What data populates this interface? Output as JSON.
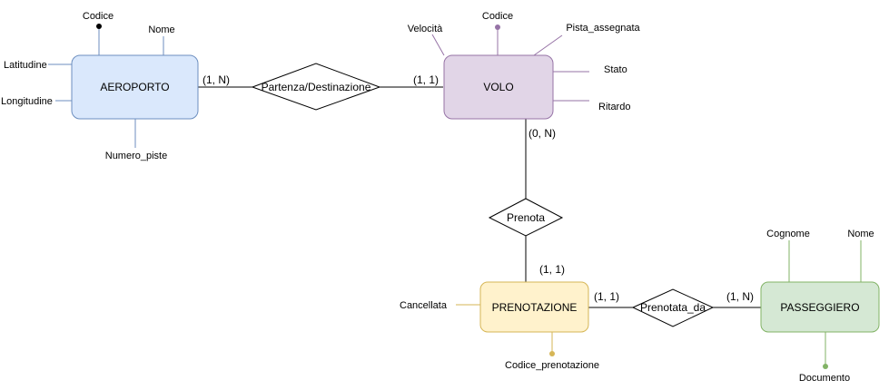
{
  "entities": {
    "aeroporto": {
      "label": "AEROPORTO",
      "fill": "#dae8fc",
      "stroke": "#6c8ebf"
    },
    "volo": {
      "label": "VOLO",
      "fill": "#e1d5e7",
      "stroke": "#9673a6"
    },
    "prenotazione": {
      "label": "PRENOTAZIONE",
      "fill": "#fff2cc",
      "stroke": "#d6b656"
    },
    "passeggiero": {
      "label": "PASSEGGIERO",
      "fill": "#d5e8d4",
      "stroke": "#82b366"
    }
  },
  "relationships": {
    "partenza_destinazione": {
      "label": "Partenza/Destinazione"
    },
    "prenota": {
      "label": "Prenota"
    },
    "prenotata_da": {
      "label": "Prenotata_da"
    }
  },
  "attributes": {
    "aeroporto": {
      "codice": "Codice",
      "nome": "Nome",
      "latitudine": "Latitudine",
      "longitudine": "Longitudine",
      "numero_piste": "Numero_piste"
    },
    "volo": {
      "velocita": "Velocità",
      "codice": "Codice",
      "pista_assegnata": "Pista_assegnata",
      "stato": "Stato",
      "ritardo": "Ritardo"
    },
    "prenotazione": {
      "cancellata": "Cancellata",
      "codice_prenotazione": "Codice_prenotazione"
    },
    "passeggiero": {
      "cognome": "Cognome",
      "nome": "Nome",
      "documento": "Documento"
    }
  },
  "cardinalities": {
    "aeroporto_partenza": "(1, N)",
    "volo_partenza": "(1, 1)",
    "volo_prenota": "(0, N)",
    "prenotazione_prenota": "(1, 1)",
    "prenotazione_prenotata": "(1, 1)",
    "passeggiero_prenotata": "(1, N)"
  },
  "key_marker_colors": {
    "aeroporto": "#000000",
    "volo": "#9673a6",
    "prenotazione": "#d6b656",
    "passeggiero": "#82b366"
  }
}
